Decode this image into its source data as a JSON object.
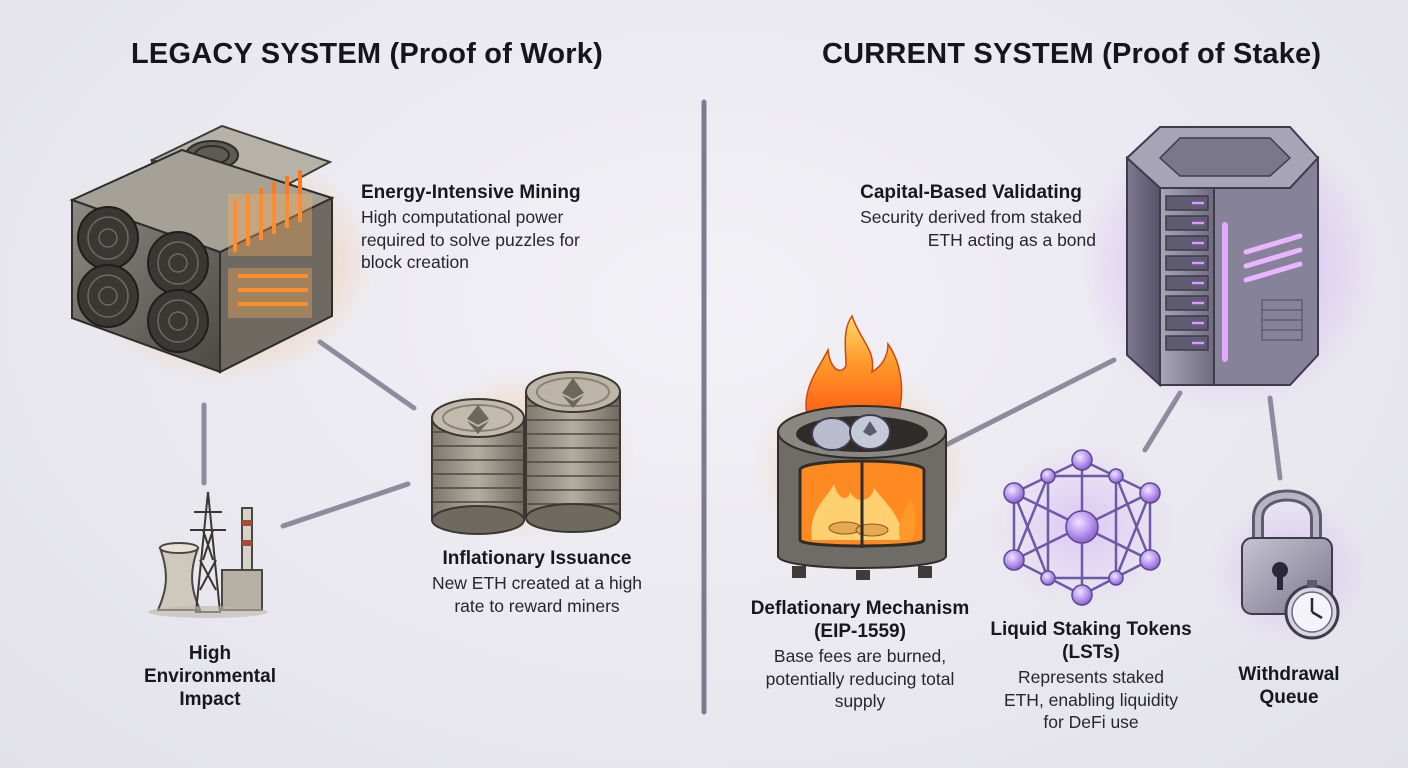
{
  "left_panel": {
    "heading": "LEGACY SYSTEM (Proof of Work)",
    "mining": {
      "title": "Energy-Intensive Mining",
      "lines": [
        "High computational power",
        "required to solve puzzles for",
        "block creation"
      ]
    },
    "issuance": {
      "title": "Inflationary Issuance",
      "lines": [
        "New ETH created at a high",
        "rate to reward miners"
      ]
    },
    "environment": {
      "title_lines": [
        "High",
        "Environmental",
        "Impact"
      ]
    }
  },
  "right_panel": {
    "heading": "CURRENT SYSTEM (Proof of Stake)",
    "validating": {
      "title": "Capital-Based Validating",
      "lines": [
        "Security derived from staked",
        "ETH acting as a bond"
      ]
    },
    "deflation": {
      "title_lines": [
        "Deflationary Mechanism",
        "(EIP-1559)"
      ],
      "lines": [
        "Base fees are burned,",
        "potentially reducing total",
        "supply"
      ]
    },
    "lst": {
      "title_lines": [
        "Liquid Staking Tokens",
        "(LSTs)"
      ],
      "lines": [
        "Represents staked",
        "ETH, enabling liquidity",
        "for DeFi use"
      ]
    },
    "withdrawal": {
      "title_lines": [
        "Withdrawal",
        "Queue"
      ]
    }
  },
  "colors": {
    "pow_glow": "#ff8a2a",
    "pos_glow": "#b96cff",
    "connector": "#8d8b9e",
    "divider": "#7d7b92"
  },
  "icons": [
    "mining-rig-icon",
    "eth-coin-stack-icon",
    "power-plant-icon",
    "validator-server-icon",
    "burning-furnace-icon",
    "network-graph-icon",
    "padlock-timer-icon"
  ]
}
